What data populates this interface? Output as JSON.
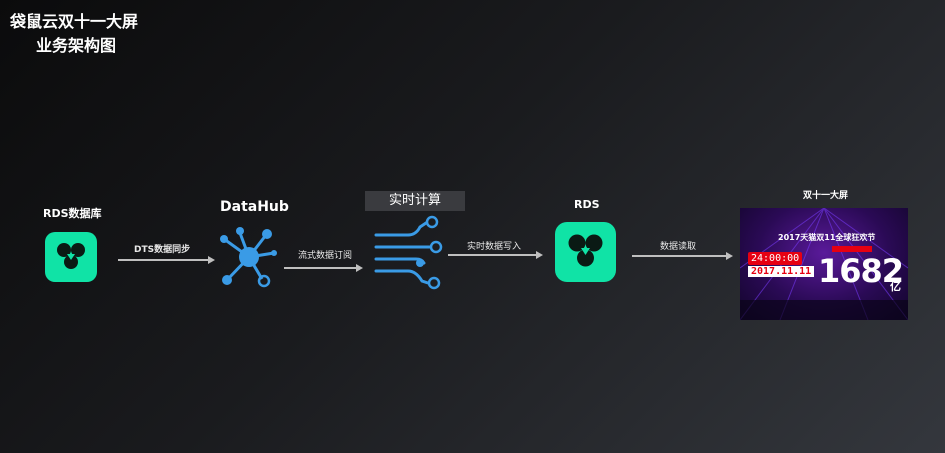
{
  "title": {
    "line1": "袋鼠云双十一大屏",
    "line2": "业务架构图"
  },
  "nodes": {
    "rds_source": {
      "label": "RDS数据库",
      "icon": "rds-icon"
    },
    "datahub": {
      "label": "DataHub",
      "icon": "datahub-icon"
    },
    "compute": {
      "label": "实时计算",
      "icon": "stream-compute-icon"
    },
    "rds_target": {
      "label": "RDS",
      "icon": "rds-icon"
    },
    "screen": {
      "label": "双十一大屏",
      "banner": "2017天猫双11全球狂欢节",
      "time": "24:00:00",
      "date": "2017.11.11",
      "value": "1682",
      "unit": "亿"
    }
  },
  "edges": {
    "e1": "DTS数据同步",
    "e2": "流式数据订阅",
    "e3": "实时数据写入",
    "e4": "数据读取"
  },
  "colors": {
    "rds_green": "#10e3a6",
    "datahub_blue": "#3a9be6",
    "arrow_gray": "#bfbfbf",
    "screen_red": "#e60012"
  }
}
